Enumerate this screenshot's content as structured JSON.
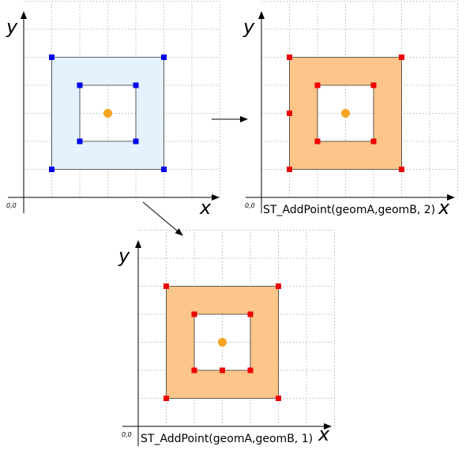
{
  "axes": {
    "x_label": "x",
    "y_label": "y",
    "origin_label": "0,0"
  },
  "panels": [
    {
      "id": "input",
      "caption": "",
      "fill_color": "#e3f2fd",
      "vertex_color": "#0000ee",
      "outer_ring": [
        [
          1,
          1
        ],
        [
          5,
          1
        ],
        [
          5,
          5
        ],
        [
          1,
          5
        ]
      ],
      "inner_ring": [
        [
          2,
          2
        ],
        [
          4,
          2
        ],
        [
          4,
          4
        ],
        [
          2,
          4
        ]
      ],
      "centroid": [
        3,
        3
      ]
    },
    {
      "id": "result-index-2",
      "caption": "ST_AddPoint(geomA,geomB, 2)",
      "fill_color": "#fdc589",
      "vertex_color": "#ee0000",
      "outer_ring": [
        [
          1,
          1
        ],
        [
          5,
          1
        ],
        [
          5,
          5
        ],
        [
          1,
          5
        ],
        [
          1,
          3
        ]
      ],
      "inner_ring": [
        [
          2,
          2
        ],
        [
          4,
          2
        ],
        [
          4,
          4
        ],
        [
          2,
          4
        ]
      ],
      "centroid": [
        3,
        3
      ]
    },
    {
      "id": "result-index-1",
      "caption": "ST_AddPoint(geomA,geomB, 1)",
      "fill_color": "#fdc589",
      "vertex_color": "#ee0000",
      "outer_ring": [
        [
          1,
          1
        ],
        [
          5,
          1
        ],
        [
          5,
          5
        ],
        [
          1,
          5
        ]
      ],
      "inner_ring": [
        [
          2,
          2
        ],
        [
          3,
          2
        ],
        [
          4,
          2
        ],
        [
          4,
          4
        ],
        [
          2,
          4
        ]
      ],
      "centroid": [
        3,
        3
      ]
    }
  ],
  "colors": {
    "centroid": "#f5a623",
    "edge": "#333333"
  }
}
